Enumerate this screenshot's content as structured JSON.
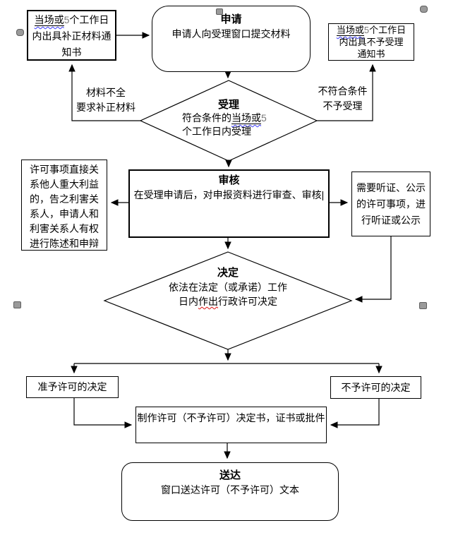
{
  "meta": {
    "background": "#ffffff",
    "line_color": "#000000",
    "handle_color": "#9a9a9a",
    "spellcheck_underline_color": "#3a3aff",
    "grammar_underline_color": "#dd1111",
    "digit_color": "#7a7a7a"
  },
  "nodes": {
    "supplement_notice": {
      "seg_misspelled": "当场或",
      "seg_digit": "5",
      "seg_line1_rest": "个工作日",
      "line2": "内出具补正材料通",
      "line3": "知书"
    },
    "apply": {
      "title": "申请",
      "body": "申请人向受理窗口提交材料"
    },
    "reject_notice": {
      "seg_misspelled": "当场或",
      "seg_digit": "5",
      "seg_line1_rest": "个工作日",
      "line2": "内出具不予受理",
      "line3": "通知书"
    },
    "accept": {
      "title": "受理",
      "seg_before": "符合条件的",
      "seg_misspelled": "当场或",
      "seg_digit": "5",
      "line2": "个工作日内受理"
    },
    "incomplete_label": {
      "line1": "材料不全",
      "line2": "要求补正材料"
    },
    "notmeet_label": {
      "line1": "不符合条件",
      "line2": "不予受理"
    },
    "review": {
      "title": "审核",
      "body": "在受理申请后，对申报资料进行审查、审核",
      "cursor": "|"
    },
    "interest": {
      "line1": "许可事项直接关",
      "line2": "系他人重大利益",
      "line3": "的，告之利害关",
      "line4": "系人，申请人和",
      "line5": "利害关系人有权",
      "line6": "进行陈述和申辩"
    },
    "hearing": {
      "line1": "需要听证、公示",
      "line2": "的许可事项，进",
      "line3": "行听证或公示"
    },
    "decide": {
      "title": "决定",
      "line1": "依法在法定（或承诺）工作",
      "seg_line2_before": "日内",
      "seg_line2_misspelled": "作出",
      "seg_line2_after": "行政许可决定"
    },
    "grant": {
      "label": "准予许可的决定"
    },
    "deny": {
      "label": "不予许可的决定"
    },
    "produce": {
      "label": "制作许可（不予许可）决定书，证书或批件"
    },
    "deliver": {
      "title": "送达",
      "body": "窗口送达许可（不予许可）文本"
    }
  }
}
